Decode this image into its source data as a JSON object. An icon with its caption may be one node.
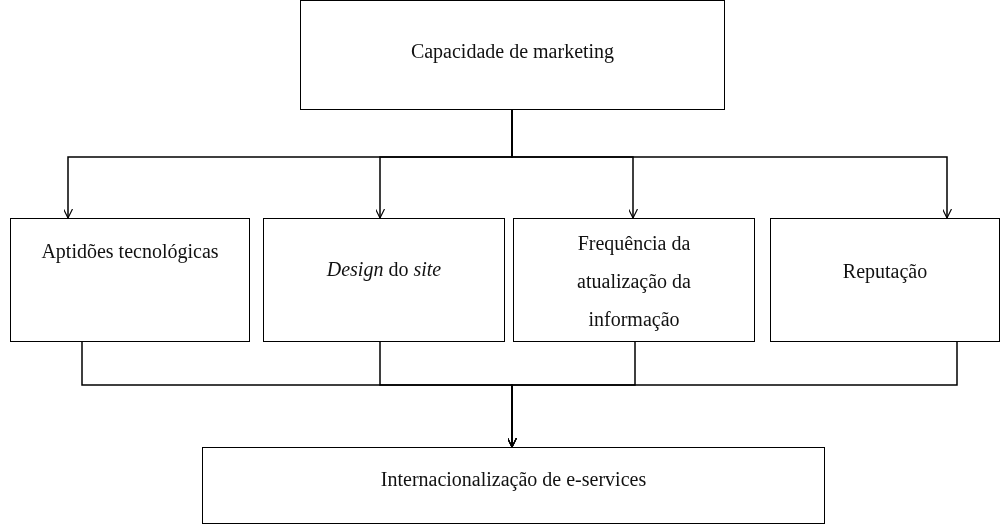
{
  "diagram": {
    "nodes": [
      {
        "text": [
          "Capacidade de marketing"
        ]
      },
      {
        "text": [
          "Aptidões tecnológicas"
        ]
      },
      {
        "text": [
          "*Design* do *site*"
        ]
      },
      {
        "text": [
          "Frequência da atualização da informação"
        ]
      },
      {
        "text": [
          "Reputação"
        ]
      },
      {
        "text": [
          "Internacionalização de e-services"
        ]
      }
    ],
    "edges": [
      {
        "from": 0,
        "to": 1,
        "arrow": "to"
      },
      {
        "from": 0,
        "to": 2,
        "arrow": "to"
      },
      {
        "from": 0,
        "to": 3,
        "arrow": "to"
      },
      {
        "from": 0,
        "to": 4,
        "arrow": "to"
      },
      {
        "from": 1,
        "to": 5,
        "arrow": "to"
      },
      {
        "from": 2,
        "to": 5,
        "arrow": "to"
      },
      {
        "from": 3,
        "to": 5,
        "arrow": "to"
      },
      {
        "from": 4,
        "to": 5,
        "arrow": "to"
      }
    ]
  }
}
